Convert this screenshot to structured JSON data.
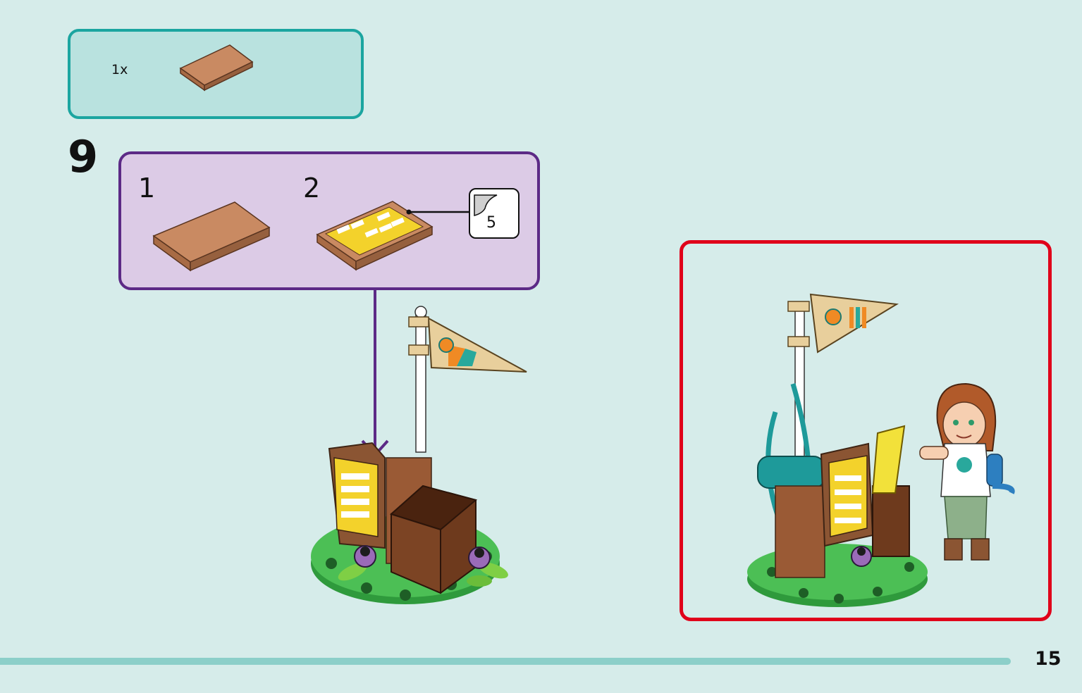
{
  "parts_list": {
    "count_label": "1x"
  },
  "step": {
    "number": "9"
  },
  "substeps": [
    {
      "number": "1"
    },
    {
      "number": "2"
    }
  ],
  "sticker": {
    "number": "5"
  },
  "page": {
    "number": "15"
  },
  "colors": {
    "background": "#d6ecea",
    "parts_box_fill": "#b9e2df",
    "parts_box_border": "#1ba5a0",
    "substep_box_fill": "#dccbe6",
    "substep_box_border": "#5c2a86",
    "result_frame": "#e0001a",
    "footer_line": "#8ccfc9",
    "tile_nougat": "#b67a52",
    "baseplate_green": "#3fb14b"
  }
}
